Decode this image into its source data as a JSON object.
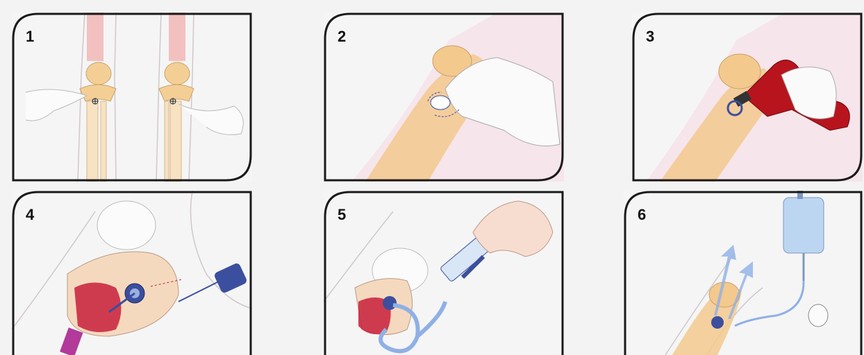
{
  "steps": [
    {
      "number": "1"
    },
    {
      "number": "2"
    },
    {
      "number": "3"
    },
    {
      "number": "4"
    },
    {
      "number": "5"
    },
    {
      "number": "6"
    }
  ],
  "colors": {
    "frame": "#1a1a1a",
    "bone": "#f3c98e",
    "skin_line": "#c9c3c8",
    "drill": "#b8141e",
    "needle_blue": "#3b4f9e",
    "marrow_red": "#c81e3a",
    "fluid_arrow": "#8fb0e6",
    "iv_bag": "#bcd6f2"
  }
}
